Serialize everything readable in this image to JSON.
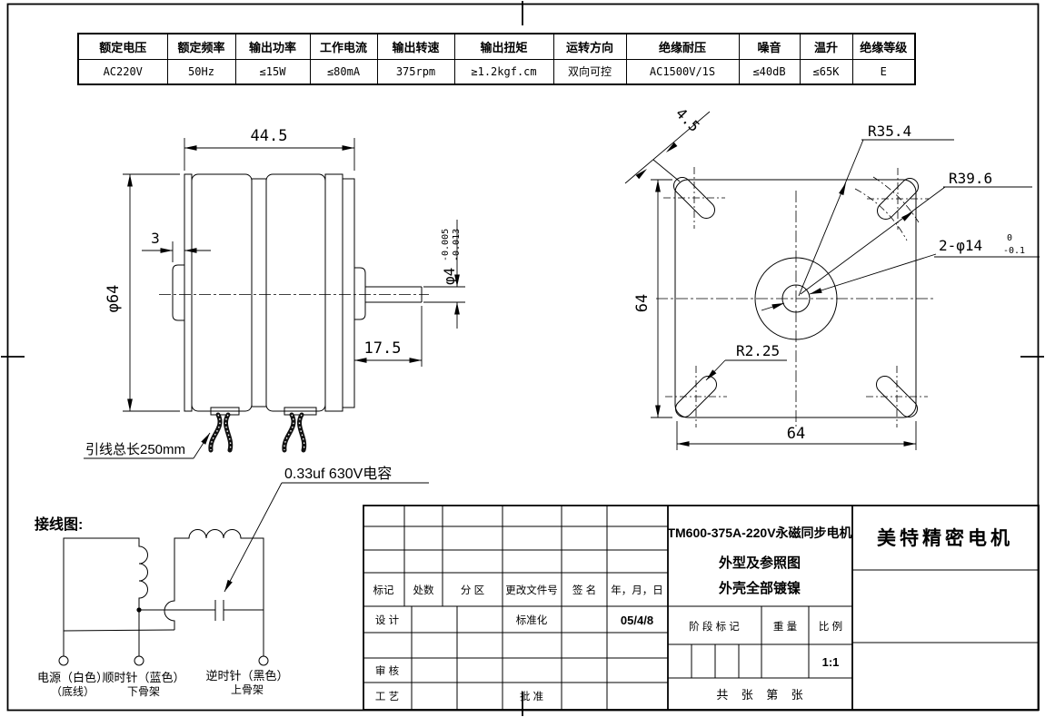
{
  "spec_table": {
    "headers": [
      "额定电压",
      "额定频率",
      "输出功率",
      "工作电流",
      "输出转速",
      "输出扭矩",
      "运转方向",
      "绝缘耐压",
      "噪音",
      "温升",
      "绝缘等级"
    ],
    "values": [
      "AC220V",
      "50Hz",
      "≤15W",
      "≤80mA",
      "375rpm",
      "≥1.2kgf.cm",
      "双向可控",
      "AC1500V/1S",
      "≤40dB",
      "≤65K",
      "E"
    ]
  },
  "side_view": {
    "dim_length": "44.5",
    "dim_flange_thickness": "3",
    "dim_body_diameter": "φ64",
    "dim_shaft_length": "17.5",
    "dim_shaft_diameter": "φ4",
    "shaft_tol_upper": "-0.005",
    "shaft_tol_lower": "-0.013",
    "lead_wire_label": "引线总长250mm",
    "capacitor_label": "0.33uf 630V电容"
  },
  "front_view": {
    "dim_slot_width": "4.5",
    "radius_inner": "R35.4",
    "radius_outer": "R39.6",
    "holes_label": "2-φ14",
    "holes_tol_upper": "0",
    "holes_tol_lower": "-0.1",
    "radius_slot_end": "R2.25",
    "dim_height": "64",
    "dim_width": "64"
  },
  "wiring": {
    "title": "接线图:",
    "terminal1_line1": "电源（白色）",
    "terminal1_line2": "（底线）",
    "terminal2_line1": "顺时针（蓝色）",
    "terminal2_line2": "下骨架",
    "terminal3_line1": "逆时针（黑色）",
    "terminal3_line2": "上骨架"
  },
  "title_block": {
    "rev_mark": "标记",
    "rev_count": "处数",
    "rev_zone": "分 区",
    "rev_doc_no": "更改文件号",
    "rev_sign": "签 名",
    "rev_date": "年，月，日",
    "design": "设 计",
    "standardization": "标准化",
    "date_value": "05/4/8",
    "review": "审 核",
    "process": "工 艺",
    "approve": "批 准",
    "product_model": "TM600-375A-220V永磁同步电机",
    "product_desc1": "外型及参照图",
    "product_desc2": "外壳全部镀镍",
    "stage_mark": "阶 段 标 记",
    "weight": "重 量",
    "scale": "比 例",
    "scale_value": "1:1",
    "sheet_info": "共    张    第    张",
    "company": "美特精密电机"
  }
}
